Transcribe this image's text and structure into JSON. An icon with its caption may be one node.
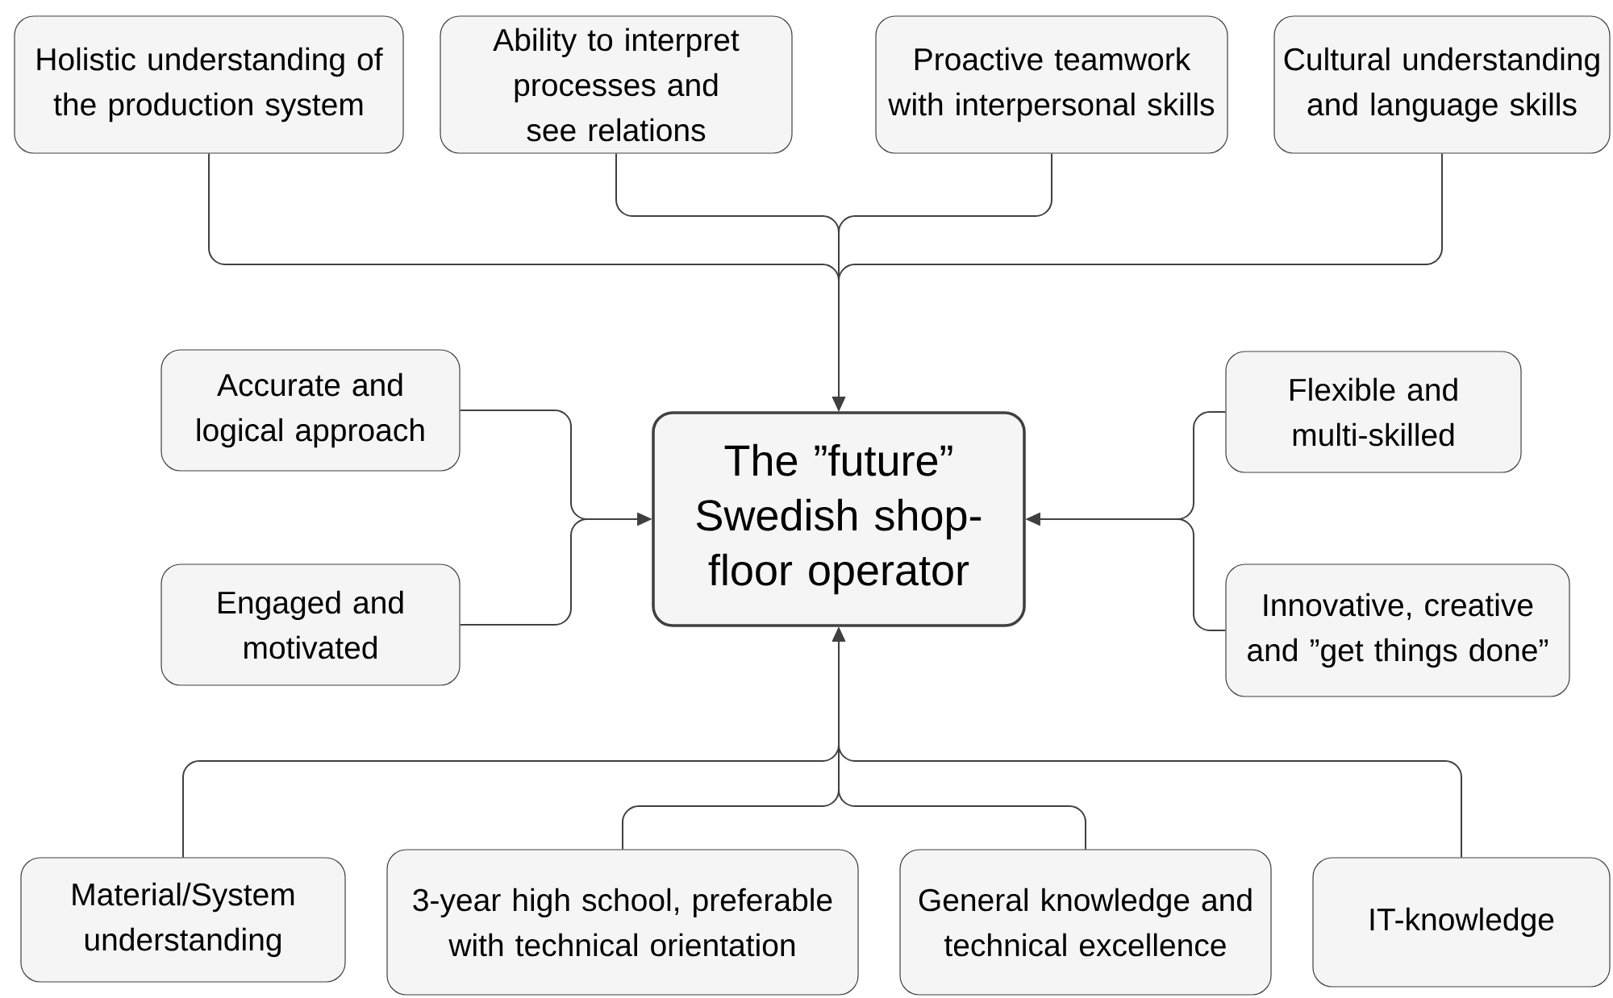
{
  "diagram": {
    "nodes": [
      {
        "text": [
          "Holistic understanding of the production system"
        ]
      },
      {
        "text": [
          "Ability to interpret processes and see relations"
        ]
      },
      {
        "text": [
          "Proactive teamwork with interpersonal skills"
        ]
      },
      {
        "text": [
          "Cultural understanding and language skills"
        ]
      },
      {
        "text": [
          "Accurate and logical approach"
        ]
      },
      {
        "text": [
          "Flexible and multi-skilled"
        ]
      },
      {
        "text": [
          "The ”future” Swedish shop-floor operator"
        ]
      },
      {
        "text": [
          "Engaged and motivated"
        ]
      },
      {
        "text": [
          "Innovative, creative and ”get things done”"
        ]
      },
      {
        "text": [
          "Material/System understanding"
        ]
      },
      {
        "text": [
          "3-year high school, preferable with technical orientation"
        ]
      },
      {
        "text": [
          "General knowledge and technical excellence"
        ]
      },
      {
        "text": [
          "IT-knowledge"
        ]
      }
    ],
    "edges": [
      {
        "from": 0,
        "to": 6,
        "arrow": "to"
      },
      {
        "from": 1,
        "to": 6,
        "arrow": "to"
      },
      {
        "from": 2,
        "to": 6,
        "arrow": "to"
      },
      {
        "from": 3,
        "to": 6,
        "arrow": "to"
      },
      {
        "from": 4,
        "to": 6,
        "arrow": "to"
      },
      {
        "from": 7,
        "to": 6,
        "arrow": "to"
      },
      {
        "from": 5,
        "to": 6,
        "arrow": "to"
      },
      {
        "from": 8,
        "to": 6,
        "arrow": "to"
      },
      {
        "from": 9,
        "to": 6,
        "arrow": "to"
      },
      {
        "from": 10,
        "to": 6,
        "arrow": "to"
      },
      {
        "from": 11,
        "to": 6,
        "arrow": "to"
      },
      {
        "from": 12,
        "to": 6,
        "arrow": "to"
      }
    ]
  }
}
